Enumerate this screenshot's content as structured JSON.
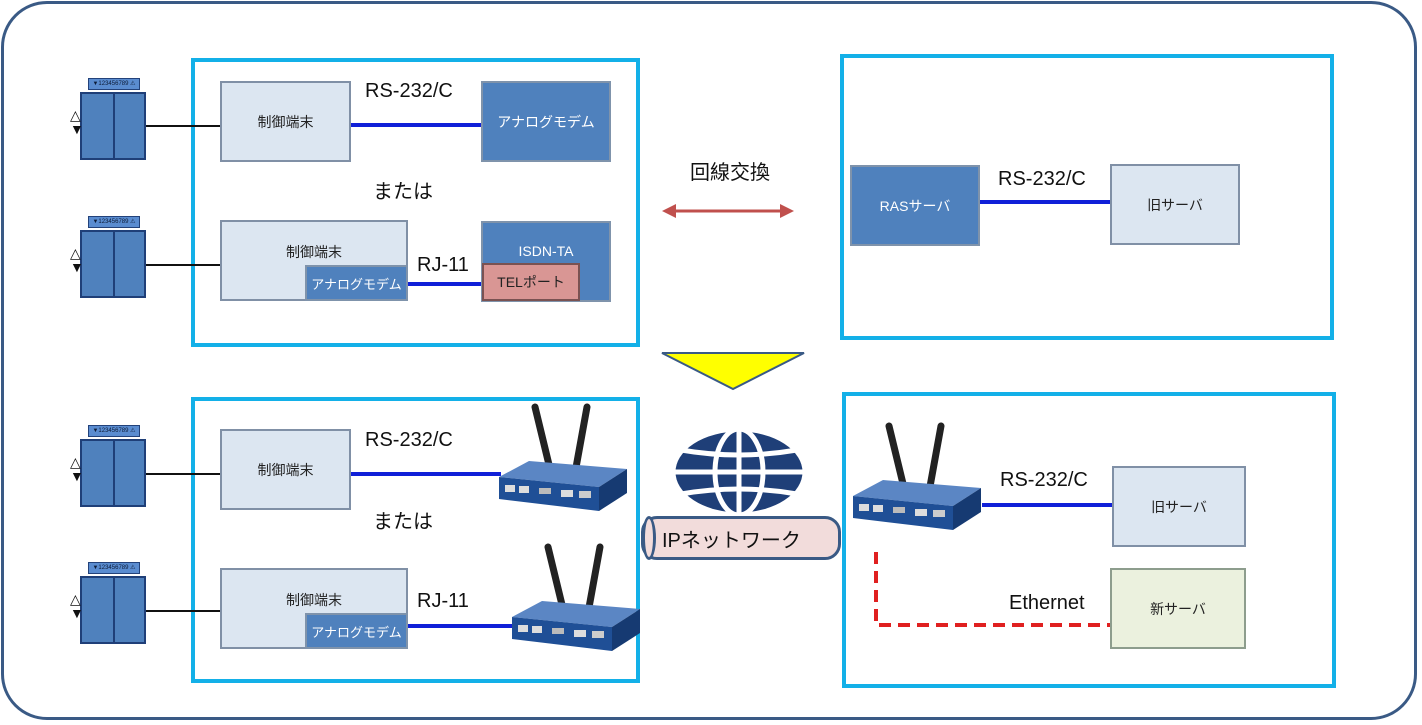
{
  "top_left": {
    "rs232_label": "RS-232/C",
    "terminal_1": "制御端末",
    "modem_1": "アナログモデム",
    "or_label": "または",
    "terminal_2": "制御端末",
    "modem_2": "アナログモデム",
    "rj11_label": "RJ-11",
    "isdn": "ISDN-TA",
    "tel_port": "TELポート"
  },
  "exchange_label": "回線交換",
  "top_right": {
    "ras": "RASサーバ",
    "rs232_label": "RS-232/C",
    "old_server": "旧サーバ"
  },
  "bottom_left": {
    "rs232_label": "RS-232/C",
    "terminal_1": "制御端末",
    "or_label": "または",
    "terminal_2": "制御端末",
    "modem": "アナログモデム",
    "rj11_label": "RJ-11"
  },
  "network_label": "IPネットワーク",
  "bottom_right": {
    "rs232_label": "RS-232/C",
    "old_server": "旧サーバ",
    "ethernet_label": "Ethernet",
    "new_server": "新サーバ"
  },
  "device_tag": "▼123456789 ⚠",
  "colors": {
    "group_border": "#13b0e8",
    "light_box": "#dce6f1",
    "blue_box": "#4f81bd",
    "tel_port": "#d99694",
    "new_server": "#ebf1de",
    "serial_line": "#1020d8",
    "ethernet_line": "#e02020",
    "arrow": "#c0504d",
    "transition_triangle": "#ffff00",
    "globe": "#1f3f78"
  },
  "icons": [
    "field-device-icon",
    "router-icon",
    "globe-icon",
    "double-arrow-icon",
    "down-triangle-icon"
  ]
}
